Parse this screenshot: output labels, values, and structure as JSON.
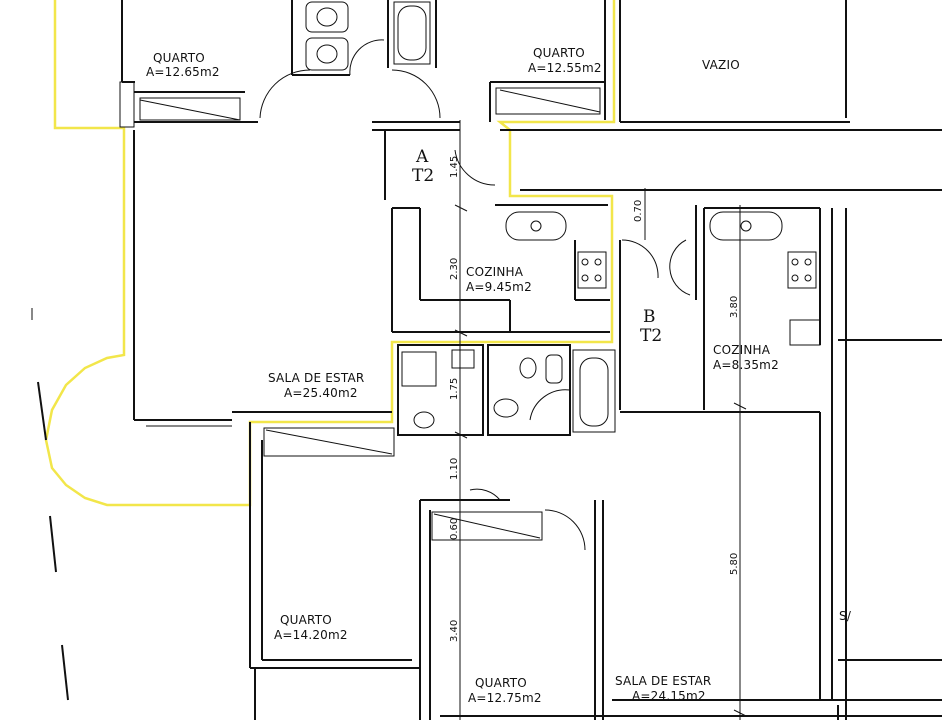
{
  "highlight_color": "#f2e64a",
  "units": [
    {
      "code": "A",
      "type": "T2"
    },
    {
      "code": "B",
      "type": "T2"
    }
  ],
  "rooms": [
    {
      "name": "QUARTO",
      "area": "A=12.65m2"
    },
    {
      "name": "QUARTO",
      "area": "A=12.55m2"
    },
    {
      "name": "VAZIO",
      "area": ""
    },
    {
      "name": "COZINHA",
      "area": "A=9.45m2"
    },
    {
      "name": "COZINHA",
      "area": "A=8.35m2"
    },
    {
      "name": "SALA DE ESTAR",
      "area": "A=25.40m2"
    },
    {
      "name": "QUARTO",
      "area": "A=14.20m2"
    },
    {
      "name": "QUARTO",
      "area": "A=12.75m2"
    },
    {
      "name": "SALA DE ESTAR",
      "area": "A=24.15m2"
    },
    {
      "name": "S/",
      "area": ""
    }
  ],
  "dimensions": [
    "1.45",
    "2.30",
    "0.70",
    "3.80",
    "1.75",
    "1.10",
    "0.60",
    "3.40",
    "5.80"
  ]
}
